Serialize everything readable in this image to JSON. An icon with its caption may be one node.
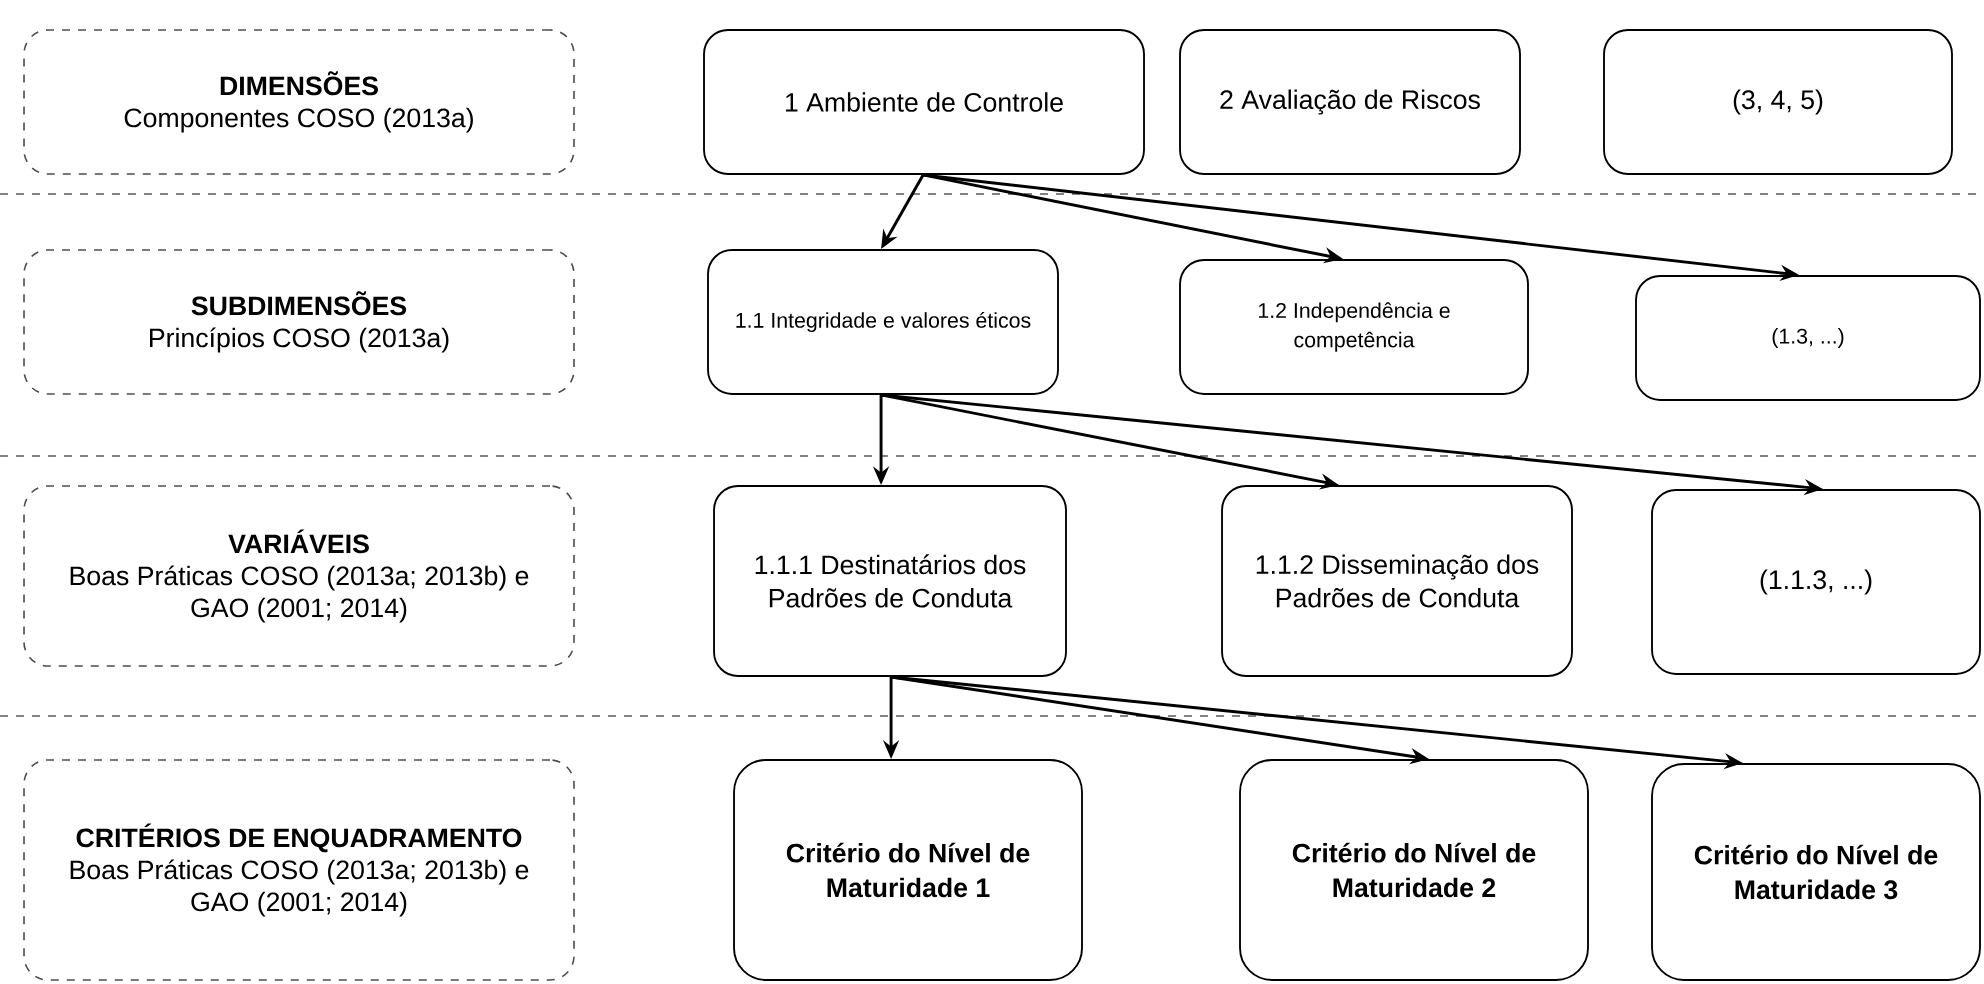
{
  "diagram": {
    "nodes": [
      {
        "text": [
          "DIMENSÕES",
          "Componentes COSO (2013a)"
        ]
      },
      {
        "text": [
          "1 Ambiente de Controle"
        ]
      },
      {
        "text": [
          "2 Avaliação de Riscos"
        ]
      },
      {
        "text": [
          "(3, 4, 5)"
        ]
      },
      {
        "text": [
          "SUBDIMENSÕES",
          "Princípios COSO (2013a)"
        ]
      },
      {
        "text": [
          "1.1 Integridade e valores éticos"
        ]
      },
      {
        "text": [
          "1.2 Independência e competência"
        ]
      },
      {
        "text": [
          "(1.3, ...)"
        ]
      },
      {
        "text": [
          "VARIÁVEIS",
          "Boas Práticas COSO (2013a; 2013b) e GAO (2001; 2014)"
        ]
      },
      {
        "text": [
          "1.1.1 Destinatários dos Padrões de Conduta"
        ]
      },
      {
        "text": [
          "1.1.2 Disseminação dos Padrões de Conduta"
        ]
      },
      {
        "text": [
          "(1.1.3, ...)"
        ]
      },
      {
        "text": [
          "CRITÉRIOS DE ENQUADRAMENTO",
          "Boas Práticas COSO (2013a; 2013b) e GAO (2001; 2014)"
        ]
      },
      {
        "text": [
          "Critério do Nível de Maturidade 1"
        ]
      },
      {
        "text": [
          "Critério do Nível de Maturidade 2"
        ]
      },
      {
        "text": [
          "Critério do Nível de Maturidade 3"
        ]
      }
    ],
    "edges": [
      {
        "from": 1,
        "to": 5,
        "arrow": "to"
      },
      {
        "from": 1,
        "to": 6,
        "arrow": "to"
      },
      {
        "from": 1,
        "to": 7,
        "arrow": "to"
      },
      {
        "from": 5,
        "to": 9,
        "arrow": "to"
      },
      {
        "from": 5,
        "to": 10,
        "arrow": "to"
      },
      {
        "from": 5,
        "to": 11,
        "arrow": "to"
      },
      {
        "from": 9,
        "to": 13,
        "arrow": "to"
      },
      {
        "from": 9,
        "to": 14,
        "arrow": "to"
      },
      {
        "from": 9,
        "to": 15,
        "arrow": "to"
      }
    ]
  }
}
